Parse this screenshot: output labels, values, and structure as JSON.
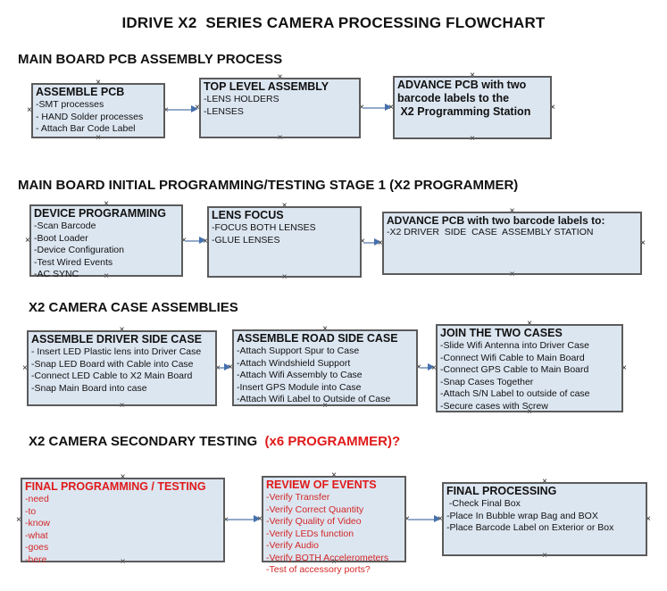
{
  "title": "IDRIVE X2  SERIES CAMERA PROCESSING FLOWCHART",
  "icons": {
    "connection_point": "×",
    "arrowhead": "right-arrow"
  },
  "colors": {
    "box_fill": "#dce6f1",
    "box_border": "#5b5b5b",
    "black_text": "#111111",
    "red_text": "#d32727",
    "red_title": "#e01a1a",
    "arrow_line": "#93aac9",
    "arrow_head": "#4470ad"
  },
  "sections": [
    {
      "id": "pcb-assembly",
      "header": "MAIN BOARD PCB ASSEMBLY PROCESS",
      "header_suffix": "",
      "boxes": [
        {
          "id": "assemble-pcb",
          "title": "ASSEMBLE PCB",
          "items": [
            "-SMT processes",
            "- HAND Solder processes",
            "- Attach Bar Code Label"
          ],
          "color": "black"
        },
        {
          "id": "top-level-assembly",
          "title": "TOP LEVEL ASSEMBLY",
          "items": [
            "-LENS HOLDERS",
            "-LENSES"
          ],
          "color": "black"
        },
        {
          "id": "advance-pcb-to-programming-station",
          "title": "ADVANCE PCB with two\nbarcode labels to the\n X2 Programming Station",
          "items": [],
          "color": "black"
        }
      ]
    },
    {
      "id": "initial-programming-stage1",
      "header": "MAIN BOARD INITIAL PROGRAMMING/TESTING STAGE 1 (X2 PROGRAMMER)",
      "header_suffix": "",
      "boxes": [
        {
          "id": "device-programming",
          "title": "DEVICE PROGRAMMING",
          "items": [
            "-Scan Barcode",
            "-Boot Loader",
            "-Device Configuration",
            "-Test Wired Events",
            "-AC SYNC"
          ],
          "color": "black"
        },
        {
          "id": "lens-focus",
          "title": "LENS FOCUS",
          "items": [
            "-FOCUS BOTH LENSES",
            "-GLUE LENSES"
          ],
          "color": "black"
        },
        {
          "id": "advance-pcb-to-driver-side-station",
          "title": "ADVANCE PCB with two barcode labels to:",
          "items": [
            "-X2 DRIVER  SIDE  CASE  ASSEMBLY STATION"
          ],
          "color": "black"
        }
      ]
    },
    {
      "id": "camera-case-assemblies",
      "header": "X2 CAMERA CASE ASSEMBLIES",
      "header_suffix": "",
      "boxes": [
        {
          "id": "assemble-driver-side-case",
          "title": "ASSEMBLE DRIVER SIDE CASE",
          "items": [
            "- Insert LED Plastic lens into Driver Case",
            "-Snap LED Board with Cable into Case",
            "-Connect LED Cable to X2 Main Board",
            "-Snap Main Board into case"
          ],
          "color": "black"
        },
        {
          "id": "assemble-road-side-case",
          "title": "ASSEMBLE ROAD SIDE CASE",
          "items": [
            "-Attach Support Spur to Case",
            "-Attach Windshield Support",
            "-Attach Wifi Assembly to Case",
            "-Insert GPS Module into Case",
            "-Attach Wifi Label to Outside of Case"
          ],
          "color": "black"
        },
        {
          "id": "join-the-two-cases",
          "title": "JOIN THE TWO CASES",
          "items": [
            "-Slide Wifi Antenna into Driver Case",
            "-Connect Wifi Cable to Main Board",
            "-Connect GPS Cable to Main Board",
            "-Snap Cases Together",
            "-Attach S/N Label to outside of case",
            "-Secure cases with Screw"
          ],
          "color": "black"
        }
      ]
    },
    {
      "id": "secondary-testing",
      "header": "X2 CAMERA SECONDARY TESTING ",
      "header_suffix": " (x6 PROGRAMMER)?",
      "boxes": [
        {
          "id": "final-programming-testing",
          "title": "FINAL PROGRAMMING / TESTING",
          "items": [
            "-need",
            "-to",
            "-know",
            "-what",
            "-goes",
            "-here"
          ],
          "color": "red"
        },
        {
          "id": "review-of-events",
          "title": "REVIEW OF EVENTS",
          "items": [
            "-Verify Transfer",
            "-Verify Correct Quantity",
            "-Verify Quality of Video",
            "-Verify LEDs function",
            "-Verify Audio",
            "-Verify BOTH Accelerometers",
            "-Test of accessory ports?"
          ],
          "color": "red"
        },
        {
          "id": "final-processing",
          "title": "FINAL PROCESSING",
          "items": [
            " -Check Final Box",
            "-Place In Bubble wrap Bag and BOX",
            "-Place Barcode Label on Exterior or Box"
          ],
          "color": "black"
        }
      ]
    }
  ]
}
